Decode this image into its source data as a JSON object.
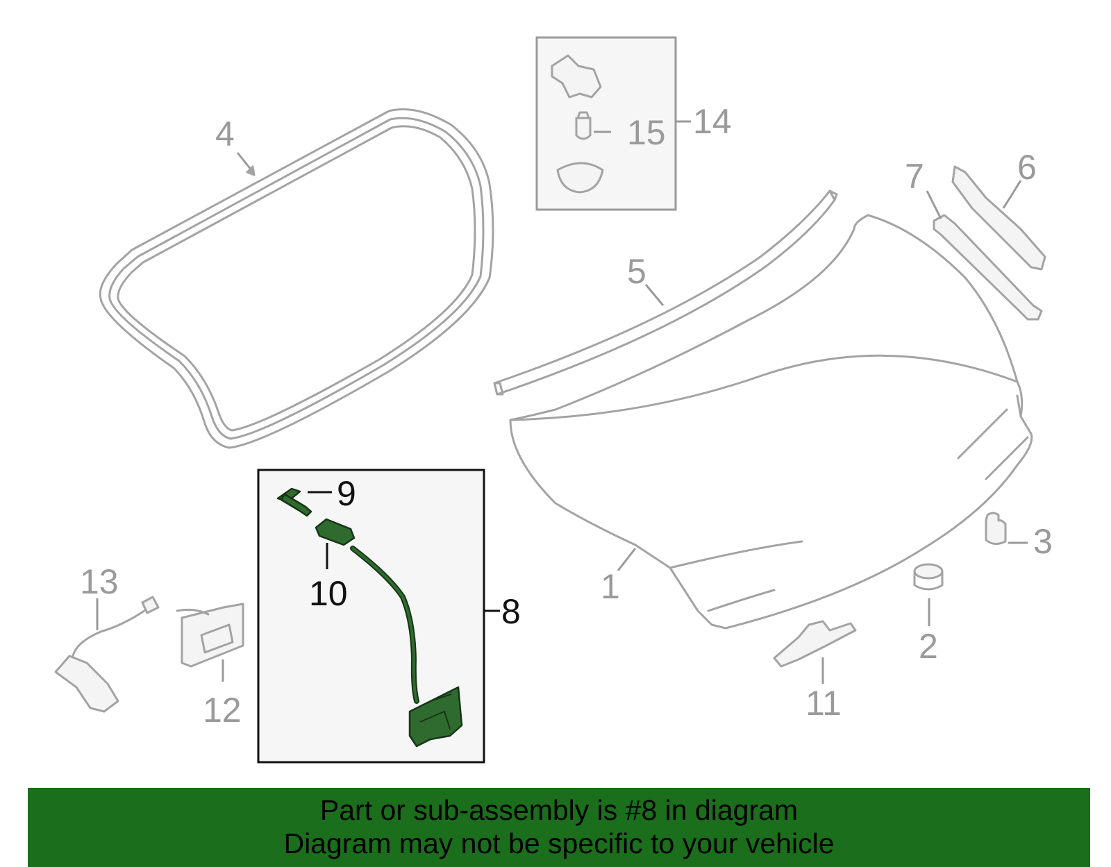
{
  "callouts": {
    "p1": "1",
    "p2": "2",
    "p3": "3",
    "p4": "4",
    "p5": "5",
    "p6": "6",
    "p7": "7",
    "p8": "8",
    "p9": "9",
    "p10": "10",
    "p11": "11",
    "p12": "12",
    "p13": "13",
    "p14": "14",
    "p15": "15"
  },
  "highlighted_part": "8",
  "colors": {
    "highlight_part": "#2f6b2f",
    "banner_background": "#1b6e1b",
    "other_parts": "#a3a3a3"
  },
  "banner": {
    "line1": "Part or sub-assembly is #8 in diagram",
    "line2": "Diagram may not be specific to your vehicle"
  }
}
